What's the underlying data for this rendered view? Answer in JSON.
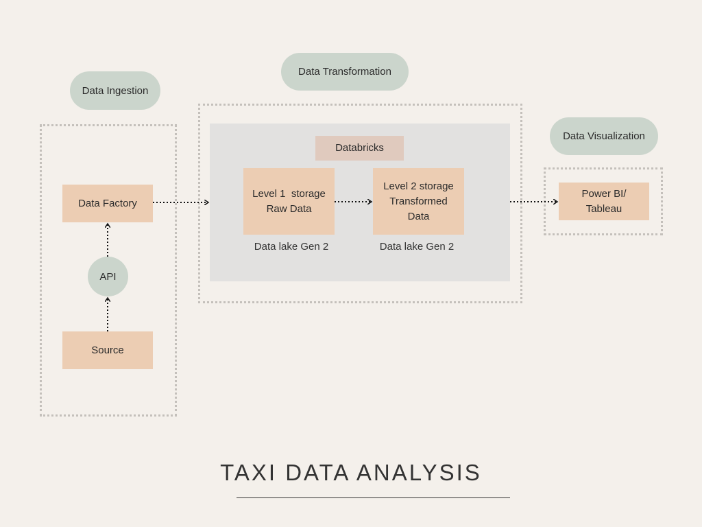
{
  "stages": {
    "ingestion": "Data Ingestion",
    "transformation": "Data Transformation",
    "visualization": "Data Visualization"
  },
  "ingestion": {
    "source": "Source",
    "api": "API",
    "data_factory": "Data Factory"
  },
  "transformation": {
    "platform": "Databricks",
    "level1": {
      "line1": "Level 1  storage",
      "line2": "Raw Data",
      "caption": "Data lake Gen 2"
    },
    "level2": {
      "line1": "Level 2 storage",
      "line2": "Transformed",
      "line3": "Data",
      "caption": "Data lake Gen 2"
    }
  },
  "visualization": {
    "tool_line1": "Power BI/",
    "tool_line2": "Tableau"
  },
  "title": "TAXI DATA ANALYSIS",
  "colors": {
    "background": "#f4f0eb",
    "stage_pill": "#cbd5cc",
    "node": "#eccdb3",
    "databricks_label": "#e0cabe",
    "databricks_panel": "#e2e1e0",
    "dotted_border": "#c4c0bb"
  }
}
